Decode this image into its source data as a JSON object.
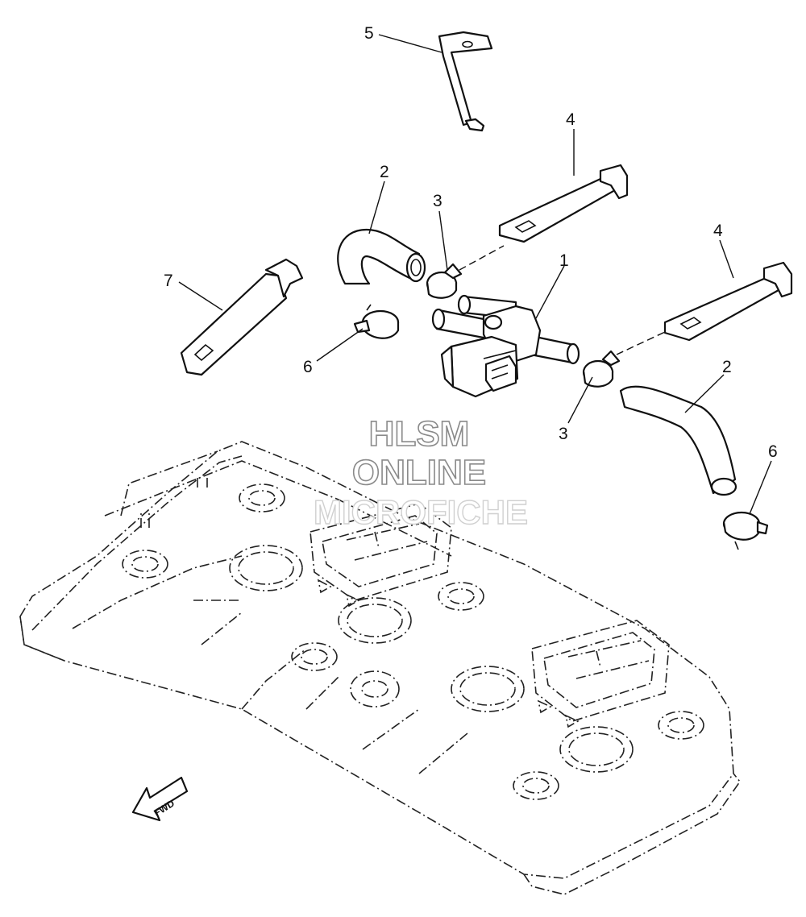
{
  "watermark": {
    "line1": "HLSM",
    "line2": "ONLINE",
    "line3": "MICROFICHE"
  },
  "callouts": {
    "p1": "1",
    "p2_upper": "2",
    "p2_lower": "2",
    "p3_upper": "3",
    "p3_lower": "3",
    "p4_upper": "4",
    "p4_lower": "4",
    "p5": "5",
    "p6_left": "6",
    "p6_right": "6",
    "p7": "7"
  },
  "direction_arrow": {
    "label": "FWD"
  }
}
